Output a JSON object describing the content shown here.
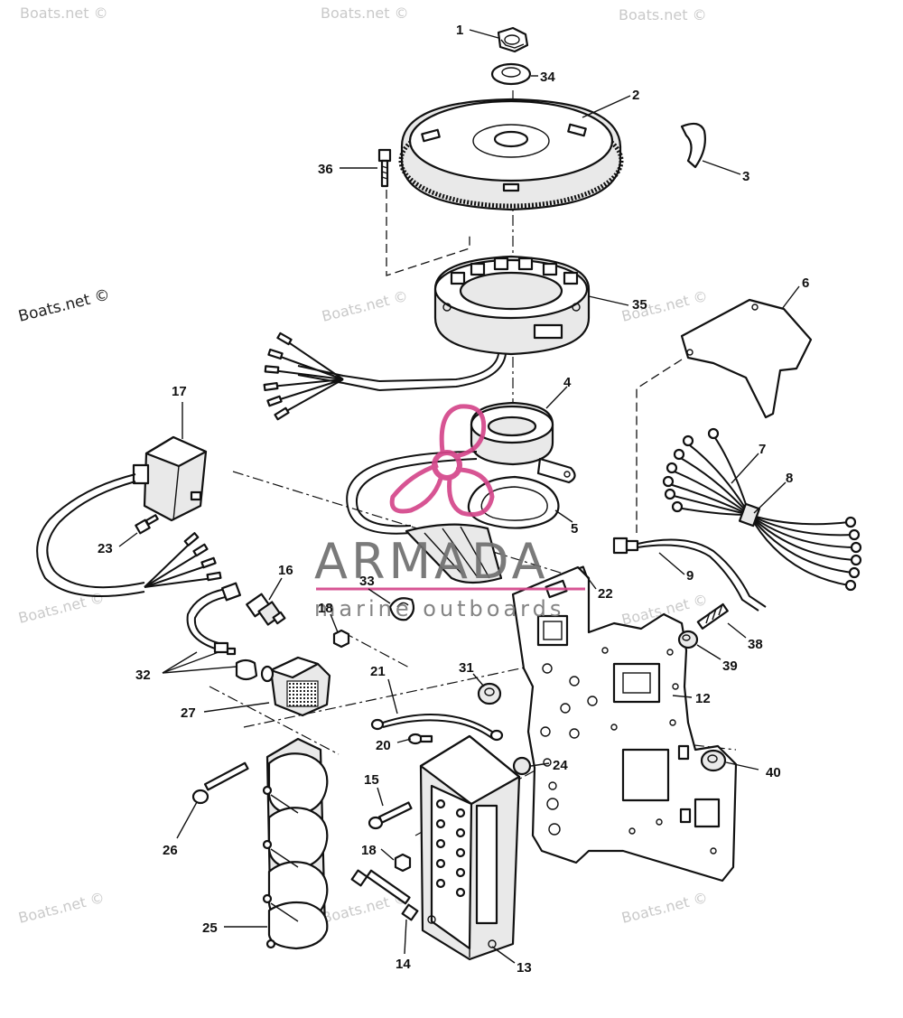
{
  "brand": {
    "name": "ARMADA",
    "tagline": "marine outboards",
    "accent_color": "#d4468a"
  },
  "watermark": {
    "text": "Boats.net ©"
  },
  "callouts": [
    "1",
    "2",
    "3",
    "4",
    "5",
    "6",
    "7",
    "8",
    "9",
    "12",
    "13",
    "14",
    "15",
    "16",
    "17",
    "18",
    "18",
    "20",
    "21",
    "22",
    "23",
    "24",
    "25",
    "26",
    "27",
    "31",
    "32",
    "33",
    "34",
    "35",
    "36",
    "38",
    "39",
    "40"
  ],
  "icons": {
    "logo": "propeller-logo-icon"
  }
}
